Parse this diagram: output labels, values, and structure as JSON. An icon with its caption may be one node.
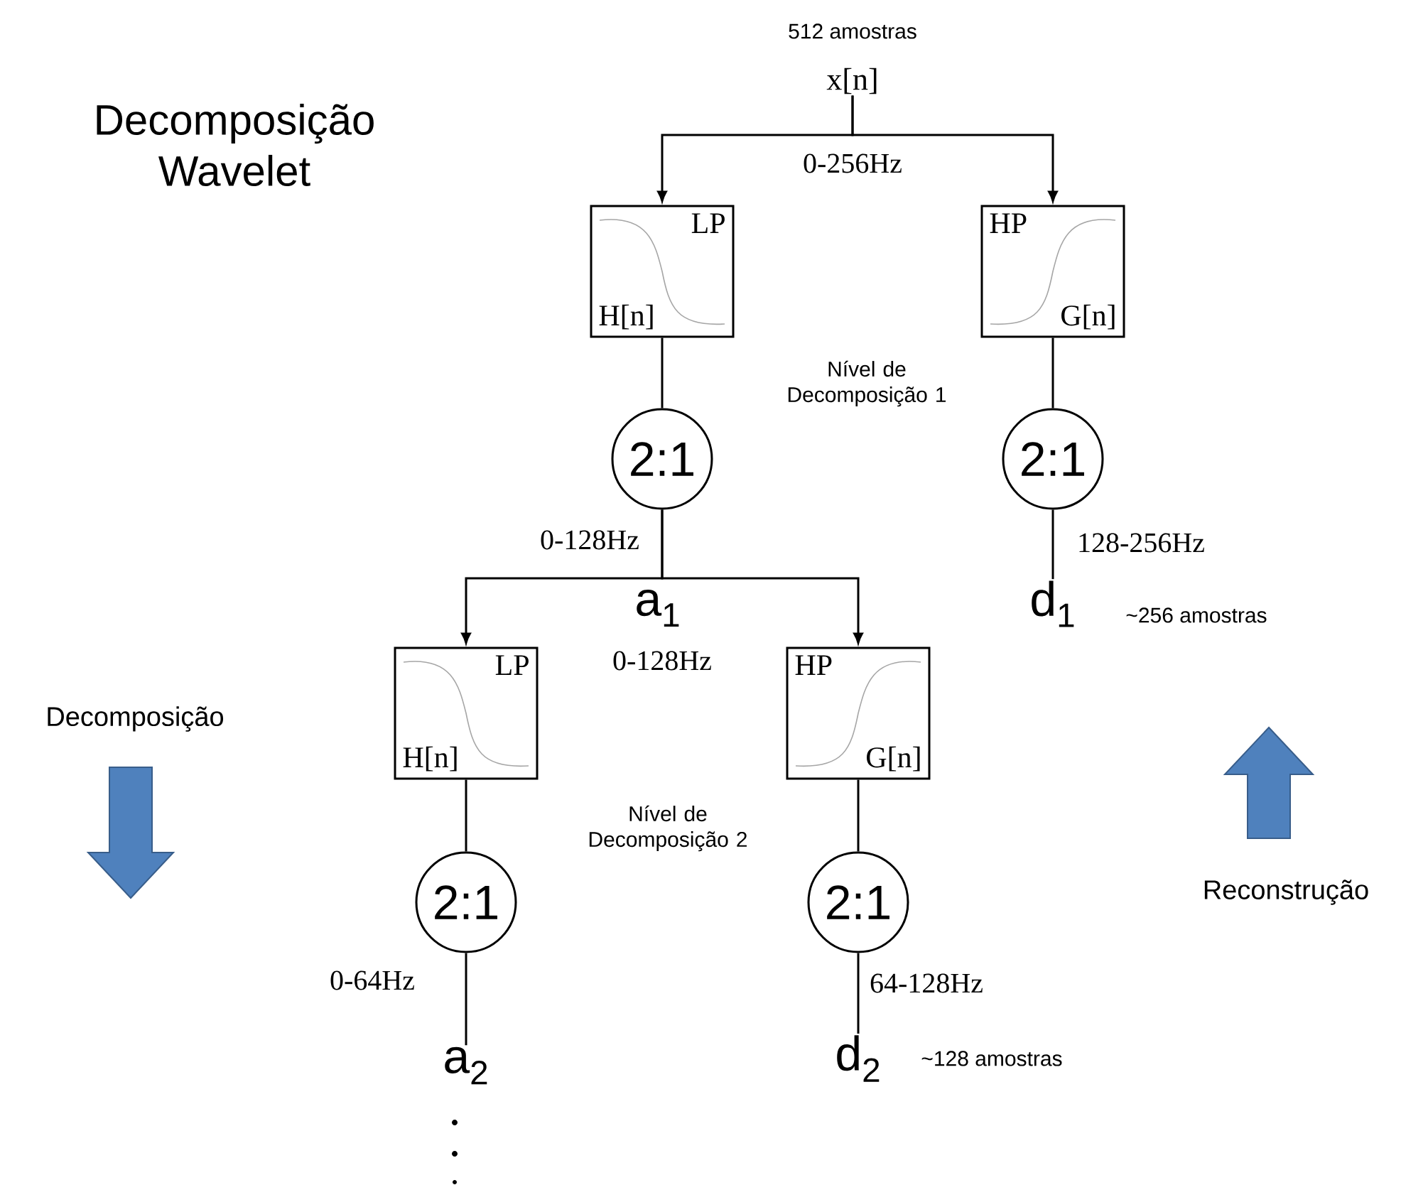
{
  "diagram": {
    "title": "Decomposição Wavelet",
    "nodes": [
      {
        "text": [
          "x[n]"
        ],
        "beside": [
          "512 amostras"
        ]
      },
      {
        "text": [
          "LP",
          "H[n]"
        ]
      },
      {
        "text": [
          "HP",
          "G[n]"
        ]
      },
      {
        "text": [
          "2:1"
        ]
      },
      {
        "text": [
          "2:1"
        ]
      },
      {
        "text": [
          "d$_{1}$"
        ],
        "beside": [
          "~256 amostras"
        ]
      },
      {
        "text": [
          "LP",
          "H[n]"
        ]
      },
      {
        "text": [
          "HP",
          "G[n]"
        ]
      },
      {
        "text": [
          "2:1"
        ]
      },
      {
        "text": [
          "2:1"
        ]
      },
      {
        "text": [
          "a$_{2}$"
        ]
      },
      {
        "text": [
          "d$_{2}$"
        ],
        "beside": [
          "~128 amostras"
        ]
      }
    ],
    "edges": [
      {
        "from": 0,
        "to": 1,
        "arrow": "to"
      },
      {
        "from": 0,
        "to": 2,
        "arrow": "to"
      },
      {
        "from": 1,
        "to": 3,
        "arrow": "none"
      },
      {
        "from": 2,
        "to": 4,
        "arrow": "none"
      },
      {
        "from": 4,
        "to": 5,
        "arrow": "none",
        "label": "128-256Hz"
      },
      {
        "from": 3,
        "to": 6,
        "arrow": "to"
      },
      {
        "from": 3,
        "to": 7,
        "arrow": "to"
      },
      {
        "from": 6,
        "to": 8,
        "arrow": "none"
      },
      {
        "from": 7,
        "to": 9,
        "arrow": "none"
      },
      {
        "from": 8,
        "to": 10,
        "arrow": "none",
        "label": "0-64Hz"
      },
      {
        "from": 9,
        "to": 11,
        "arrow": "none",
        "label": "64-128Hz"
      }
    ],
    "labels": [
      "0-256Hz",
      "Nível de Decomposição 1",
      "0-128Hz",
      "a$_{1}$",
      "0-128Hz",
      "Decomposição",
      "Nível de Decomposição 2",
      "Reconstrução"
    ]
  }
}
